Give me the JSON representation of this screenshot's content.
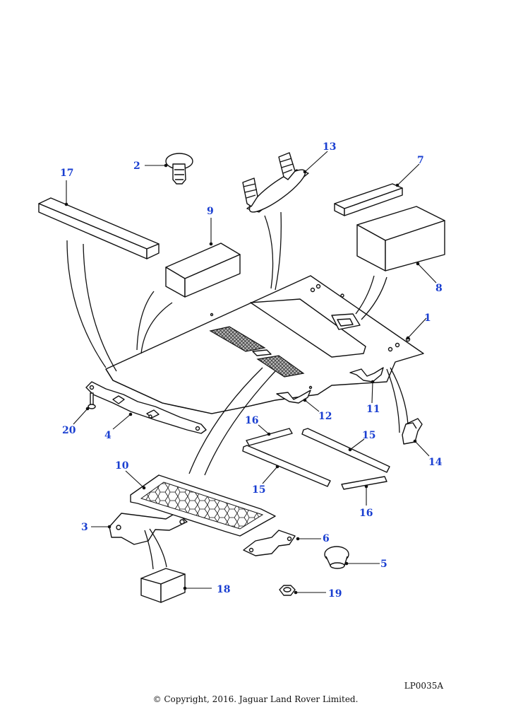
{
  "callouts": {
    "c1": "1",
    "c2": "2",
    "c3": "3",
    "c4": "4",
    "c5": "5",
    "c6": "6",
    "c7": "7",
    "c8": "8",
    "c9": "9",
    "c10": "10",
    "c11": "11",
    "c12": "12",
    "c13": "13",
    "c14": "14",
    "c15a": "15",
    "c15b": "15",
    "c16a": "16",
    "c16b": "16",
    "c17": "17",
    "c18": "18",
    "c19": "19",
    "c20": "20"
  },
  "reference_code": "LP0035A",
  "copyright": "© Copyright, 2016. Jaguar Land Rover Limited.",
  "colors": {
    "callout": "#1a3fd1",
    "line": "#111111"
  }
}
